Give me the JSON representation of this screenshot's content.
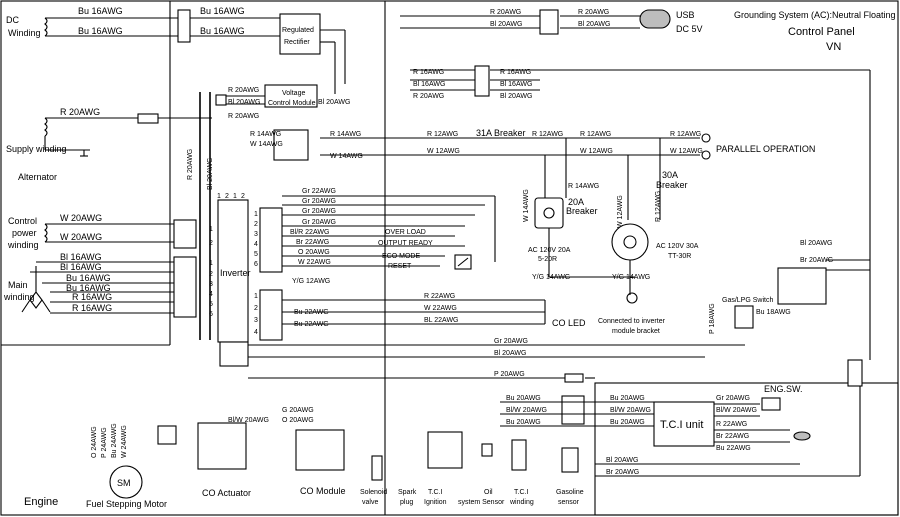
{
  "header": {
    "grounding": "Grounding System (AC):Neutral Floating",
    "panel": "Control Panel",
    "model": "VN"
  },
  "sections": {
    "alternator": "Alternator",
    "engine": "Engine"
  },
  "components": {
    "dc_winding": [
      "DC",
      "Winding"
    ],
    "rectifier": [
      "Regulated",
      "Rectifier"
    ],
    "vcm": [
      "Voltage",
      "Control Module"
    ],
    "supply_winding": "Supply winding",
    "control_power": [
      "Control",
      "power",
      "winding"
    ],
    "main_winding": [
      "Main",
      "winding"
    ],
    "inverter": "Inverter",
    "usb": [
      "USB",
      "DC 5V"
    ],
    "parallel": "PARALLEL OPERATION",
    "breaker31": "31A Breaker",
    "breaker20": [
      "20A",
      "Breaker"
    ],
    "breaker30": [
      "30A",
      "Breaker"
    ],
    "outlet20": [
      "AC 120V 20A",
      "5-20R"
    ],
    "outlet30": [
      "AC 120V 30A",
      "TT-30R"
    ],
    "overload": "OVER LOAD",
    "output_ready": "OUTPUT READY",
    "eco": "ECO MODE",
    "reset": "RESET",
    "co_led": "CO LED",
    "connected_note": [
      "Connected to inverter",
      "module bracket"
    ],
    "gas_switch": "Gas/LPG Switch",
    "eng_sw": "ENG.SW.",
    "tci_unit": "T.C.I unit",
    "sm": "SM",
    "fuel_motor": "Fuel Stepping Motor",
    "co_actuator": "CO Actuator",
    "co_module": "CO Module",
    "solenoid": [
      "Solenoid",
      "valve"
    ],
    "spark": [
      "Spark",
      "plug"
    ],
    "tci_ign": [
      "T.C.I",
      "Ignition"
    ],
    "oil": [
      "Oil",
      "system Sensor"
    ],
    "tci_wind": [
      "T.C.I",
      "winding"
    ],
    "gas_sensor": [
      "Gasoline",
      "sensor"
    ]
  },
  "wires": {
    "bu16": "Bu 16AWG",
    "r20": "R 20AWG",
    "bl20": "Bl 20AWG",
    "r16": "R 16AWG",
    "bl16": "Bl 16AWG",
    "r14": "R 14AWG",
    "w14": "W 14AWG",
    "r12": "R 12AWG",
    "w12": "W 12AWG",
    "w20": "W 20AWG",
    "gr22": "Gr 22AWG",
    "gr20": "Gr 20AWG",
    "blr22": "Bl/R 22AWG",
    "br22": "Br 22AWG",
    "o20": "O 20AWG",
    "w22": "W 22AWG",
    "yg12": "Y/G 12AWG",
    "yg14": "Y/G 14AWG",
    "bu22": "Bu 22AWG",
    "r22": "R 22AWG",
    "bl22": "BL 22AWG",
    "br20": "Br 20AWG",
    "p20": "P 20AWG",
    "bu20": "Bu 20AWG",
    "blw20": "Bl/W 20AWG",
    "g20": "G 20AWG",
    "o24": "O 24AWG",
    "p24": "P 24AWG",
    "bu24": "Bu 24AWG",
    "w24": "W 24AWG",
    "blw20b": "Bl/W 20AWG",
    "bu18": "Bu 18AWG",
    "p18": "P 18AWG",
    "r20v": "R 20AWG",
    "bl20v": "Bl 20AWG"
  },
  "pins": [
    "1",
    "2",
    "3",
    "4",
    "5",
    "6"
  ],
  "top_pins": [
    "1",
    "2",
    "1",
    "2"
  ]
}
